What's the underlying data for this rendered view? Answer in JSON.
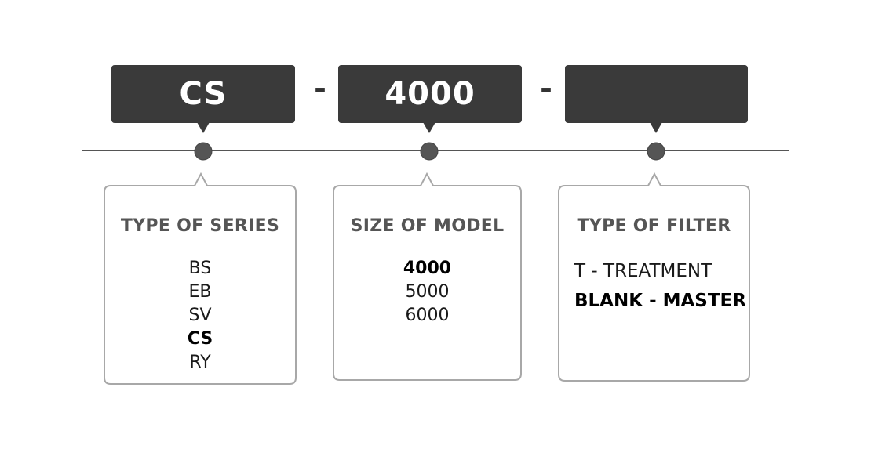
{
  "colors": {
    "box_fill": "#3a3a3a",
    "line": "#555555",
    "dot_fill": "#555555",
    "card_border": "#a8a8a8"
  },
  "code": {
    "segments": [
      {
        "value": "CS"
      },
      {
        "value": "4000"
      },
      {
        "value": ""
      }
    ],
    "separator": "-"
  },
  "cards": [
    {
      "title": "TYPE OF SERIES",
      "options": [
        {
          "label": "BS",
          "selected": false
        },
        {
          "label": "EB",
          "selected": false
        },
        {
          "label": "SV",
          "selected": false
        },
        {
          "label": "CS",
          "selected": true
        },
        {
          "label": "RY",
          "selected": false
        }
      ]
    },
    {
      "title": "SIZE OF MODEL",
      "options": [
        {
          "label": "4000",
          "selected": true
        },
        {
          "label": "5000",
          "selected": false
        },
        {
          "label": "6000",
          "selected": false
        }
      ]
    },
    {
      "title": "TYPE OF FILTER",
      "options": [
        {
          "label": "T - TREATMENT",
          "selected": false
        },
        {
          "label": "BLANK - MASTER",
          "selected": true
        }
      ]
    }
  ]
}
